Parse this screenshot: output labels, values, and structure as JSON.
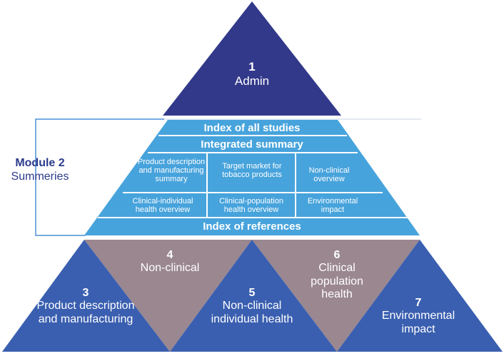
{
  "colors": {
    "navy": "#32398a",
    "mid_blue": "#3a5fb0",
    "light_blue": "#47a3dc",
    "mauve": "#9a8790",
    "bracket": "#4a90d6"
  },
  "top": {
    "number": "1",
    "label": "Admin"
  },
  "module2": {
    "title": "Module 2",
    "subtitle": "Summeries",
    "index_studies": "Index of all studies",
    "integrated_summary": "Integrated summary",
    "cells": [
      "Product description and manufacturing summary",
      "Target market for tobacco products",
      "Non-clinical overview",
      "Clinical-individual health overview",
      "Clinical-population health overview",
      "Environmental impact"
    ],
    "index_references": "Index of references"
  },
  "bottom": [
    {
      "number": "3",
      "label": "Product description and manufacturing"
    },
    {
      "number": "4",
      "label": "Non-clinical"
    },
    {
      "number": "5",
      "label": "Non-clinical individual health"
    },
    {
      "number": "6",
      "label": "Clinical population health"
    },
    {
      "number": "7",
      "label": "Environmental impact"
    }
  ]
}
